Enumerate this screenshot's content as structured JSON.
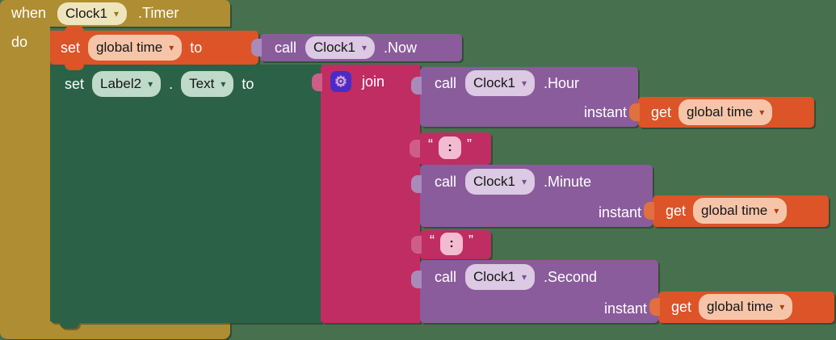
{
  "colors": {
    "background": "#47714E",
    "event_gold": "#AF8D32",
    "variable_orange": "#DC5428",
    "method_purple": "#8A5C9C",
    "setter_green": "#2B6147",
    "text_pink": "#C02D62",
    "mutator_indigo": "#4B2BC8"
  },
  "icons": {
    "dropdown_arrow": "▾",
    "gear": "⚙"
  },
  "when_block": {
    "keyword": "when",
    "component": "Clock1",
    "event": ".Timer",
    "do_label": "do"
  },
  "set_variable_block": {
    "keyword": "set",
    "variable": "global time",
    "to_label": "to"
  },
  "call_now_block": {
    "keyword": "call",
    "component": "Clock1",
    "method": ".Now"
  },
  "set_property_block": {
    "keyword": "set",
    "component": "Label2",
    "separator": ".",
    "property": "Text",
    "to_label": "to"
  },
  "join_block": {
    "label": "join"
  },
  "join_args": [
    {
      "type": "call",
      "keyword": "call",
      "component": "Clock1",
      "method": ".Hour",
      "param_label": "instant",
      "param_value": {
        "keyword": "get",
        "variable": "global time"
      }
    },
    {
      "type": "text",
      "open_quote": "“",
      "value": ":",
      "close_quote": "”"
    },
    {
      "type": "call",
      "keyword": "call",
      "component": "Clock1",
      "method": ".Minute",
      "param_label": "instant",
      "param_value": {
        "keyword": "get",
        "variable": "global time"
      }
    },
    {
      "type": "text",
      "open_quote": "“",
      "value": ":",
      "close_quote": "”"
    },
    {
      "type": "call",
      "keyword": "call",
      "component": "Clock1",
      "method": ".Second",
      "param_label": "instant",
      "param_value": {
        "keyword": "get",
        "variable": "global time"
      }
    }
  ]
}
